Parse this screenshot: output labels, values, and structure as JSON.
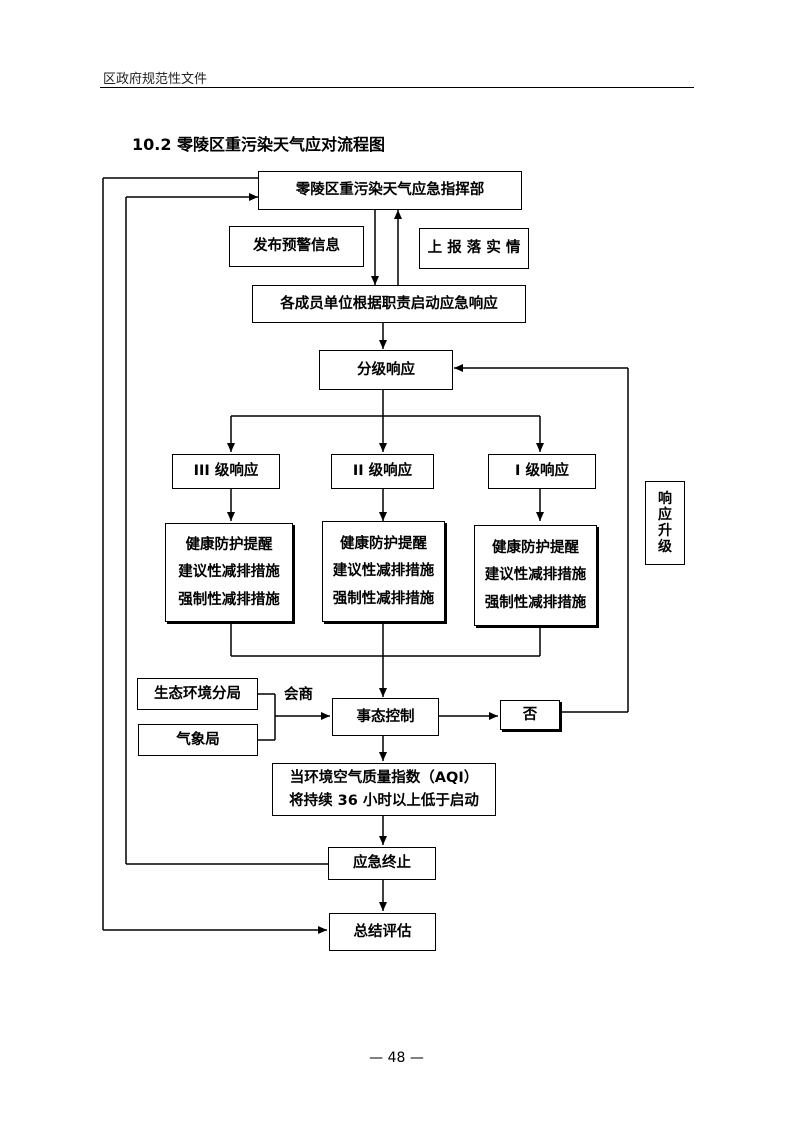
{
  "header": {
    "text": "区政府规范性文件"
  },
  "title": "10.2 零陵区重污染天气应对流程图",
  "nodes": {
    "command_center": "零陵区重污染天气应急指挥部",
    "publish_warning": "发布预警信息",
    "report_facts": "上 报 落 实 情",
    "member_units": "各成员单位根据职责启动应急响应",
    "graded_response": "分级响应",
    "level3": "III 级响应",
    "level2": "II 级响应",
    "level1": "I 级响应",
    "measures": [
      "健康防护提醒",
      "建议性减排措施",
      "强制性减排措施"
    ],
    "ecology_bureau": "生态环境分局",
    "weather_bureau": "气象局",
    "consult_label": "会商",
    "situation_control": "事态控制",
    "no": "否",
    "upgrade": [
      "响",
      "应",
      "升",
      "级"
    ],
    "aqi_line1": "当环境空气质量指数（AQI）",
    "aqi_line2": "将持续 36 小时以上低于启动",
    "emergency_end": "应急终止",
    "summary_eval": "总结评估"
  },
  "footer": {
    "page_number": "— 48 —"
  }
}
